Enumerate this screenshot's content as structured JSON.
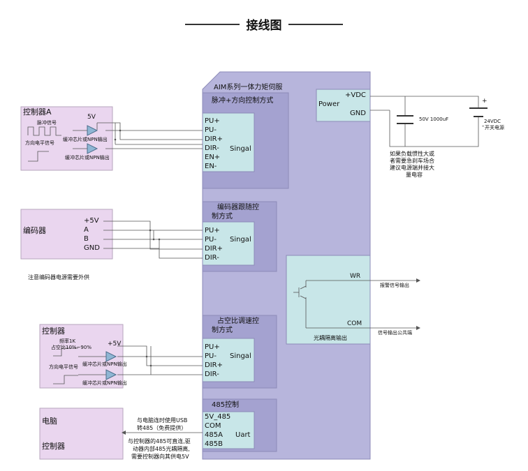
{
  "title": "接线图",
  "servo": {
    "name": "AIM系列一体力矩伺服",
    "power_block": {
      "label": "Power",
      "vdc": "+VDC",
      "gnd": "GND"
    },
    "pulse_section": {
      "title": "脉冲+方向控制方式",
      "pins": [
        "PU+",
        "PU-",
        "DIR+",
        "DIR-",
        "EN+",
        "EN-"
      ],
      "signal": "Singal"
    },
    "encoder_section": {
      "title_line1": "编码器跟随控",
      "title_line2": "制方式",
      "pins": [
        "PU+",
        "PU-",
        "DIR+",
        "DIR-"
      ],
      "signal": "Singal"
    },
    "duty_section": {
      "title_line1": "占空比调速控",
      "title_line2": "制方式",
      "pins": [
        "PU+",
        "PU-",
        "DIR+",
        "DIR-"
      ],
      "signal": "Singal"
    },
    "rs485_section": {
      "title": "485控制",
      "pins": [
        "5V_485",
        "COM",
        "485A",
        "485B"
      ],
      "signal": "Uart"
    },
    "optocoupler": {
      "wr": "WR",
      "com": "COM",
      "label": "光耦隔离输出"
    }
  },
  "controller_a": {
    "title": "控制器A",
    "pulse_signal": "脉冲信号",
    "direction_signal": "方向电平信号",
    "voltage": "5V",
    "buffer1": "缓冲芯片或NPN输出",
    "buffer2": "缓冲芯片或NPN输出"
  },
  "encoder": {
    "title": "编码器",
    "pins": [
      "+5V",
      "A",
      "B",
      "GND"
    ],
    "note": "注意编码器电源需要外供"
  },
  "controller_b": {
    "title": "控制器",
    "freq": "频率1K",
    "duty": "占空比10%~90%",
    "direction_signal": "方向电平信号",
    "voltage": "+5V",
    "buffer1": "缓冲芯片或NPN输出",
    "buffer2": "缓冲芯片或NPN输出"
  },
  "pc": {
    "line1": "电脑",
    "line2": "控制器",
    "usb_note_1": "与电脑连时使用USB",
    "usb_note_2": "转485（免费提供）",
    "ctrl_note_1": "与控制器的485可直连,驱",
    "ctrl_note_2": "动器内部485光耦隔离,",
    "ctrl_note_3": "需要控制器向其供电5V"
  },
  "power_supply": {
    "capacitor": "50V 1000uF",
    "plus": "+",
    "minus": "-",
    "voltage": "24VDC",
    "name": "开关电源",
    "note_1": "如果负载惯性大或",
    "note_2": "者需要急刹车场合",
    "note_3": "建议电源端并接大",
    "note_4": "量电容"
  },
  "outputs": {
    "alarm": "报警信号输出",
    "common": "信号输出公共端"
  },
  "colors": {
    "servo_body": "#b7b5dc",
    "section_box": "#a4a2d0",
    "signal_box": "#c8e6e8",
    "controller_box": "#ead6ef",
    "wire": "#555555",
    "buffer": "#8fb6d4"
  }
}
